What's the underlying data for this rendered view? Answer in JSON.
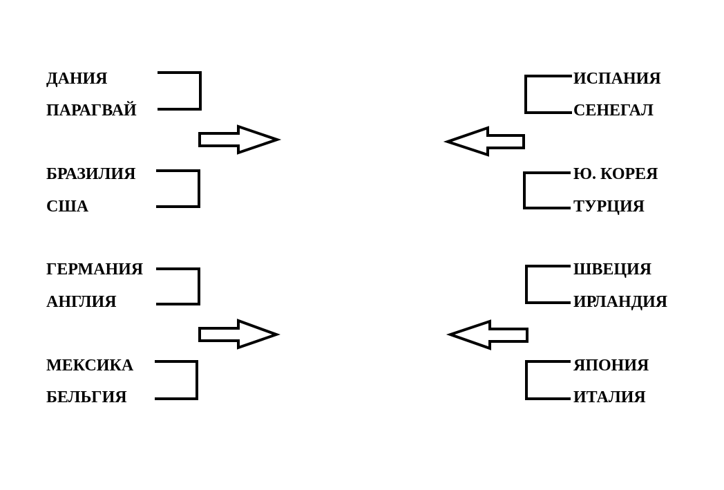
{
  "diagram": {
    "left_teams": [
      "ДАНИЯ",
      "ПАРАГВАЙ",
      "БРАЗИЛИЯ",
      "США",
      "ГЕРМАНИЯ",
      "АНГЛИЯ",
      "МЕКСИКА",
      "БЕЛЬГИЯ"
    ],
    "right_teams": [
      "ИСПАНИЯ",
      "СЕНЕГАЛ",
      "Ю. КОРЕЯ",
      "ТУРЦИЯ",
      "ШВЕЦИЯ",
      "ИРЛАНДИЯ",
      "ЯПОНИЯ",
      "ИТАЛИЯ"
    ],
    "line_color": "#000000"
  }
}
